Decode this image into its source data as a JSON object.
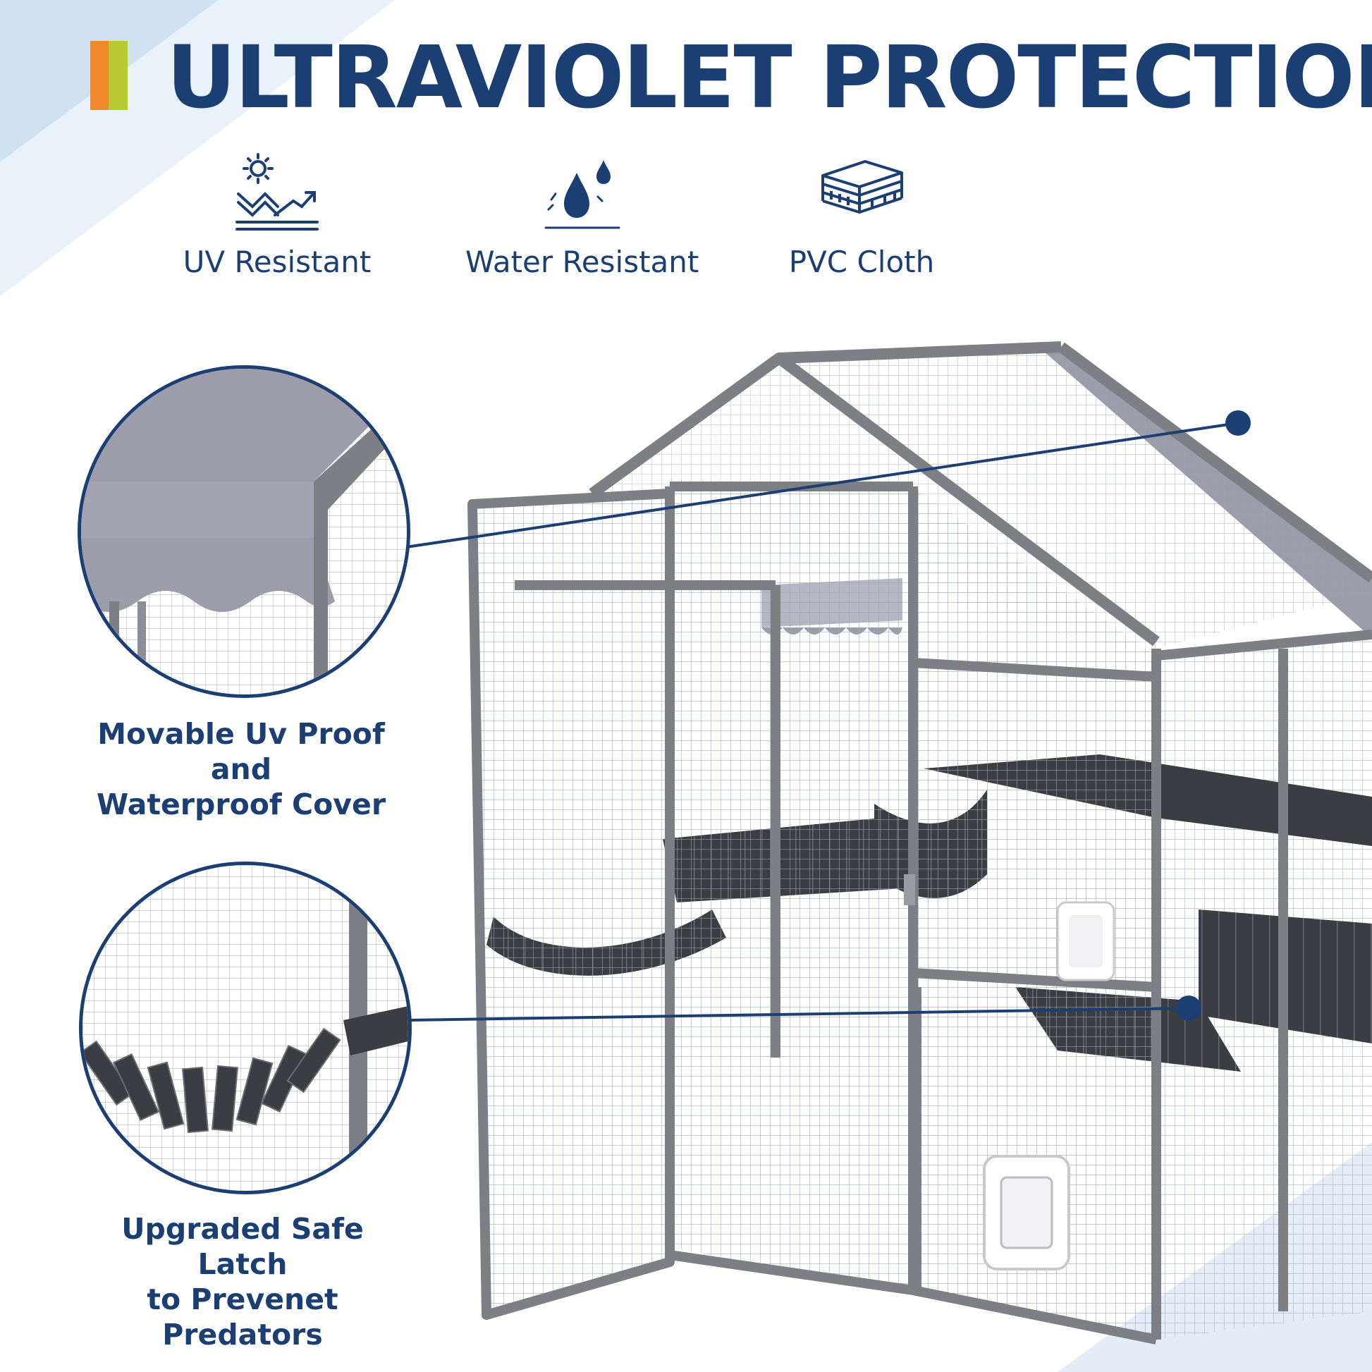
{
  "header": {
    "title": "ULTRAVIOLET PROTECTION",
    "accent_colors": [
      "#f0892d",
      "#b8c934"
    ]
  },
  "features": [
    {
      "icon": "uv-sun-icon",
      "label": "UV Resistant"
    },
    {
      "icon": "water-drops-icon",
      "label": "Water Resistant"
    },
    {
      "icon": "pvc-cloth-icon",
      "label": "PVC Cloth"
    }
  ],
  "callouts": [
    {
      "line1": "Movable Uv Proof and",
      "line2": "Waterproof Cover"
    },
    {
      "line1": "Upgraded Safe Latch",
      "line2": "to Prevenet Predators"
    }
  ],
  "colors": {
    "navy": "#1c3f73",
    "frame_gray": "#7d7f84",
    "cover_gray": "#9c9cab",
    "light_blue": "#cfe2f1"
  }
}
